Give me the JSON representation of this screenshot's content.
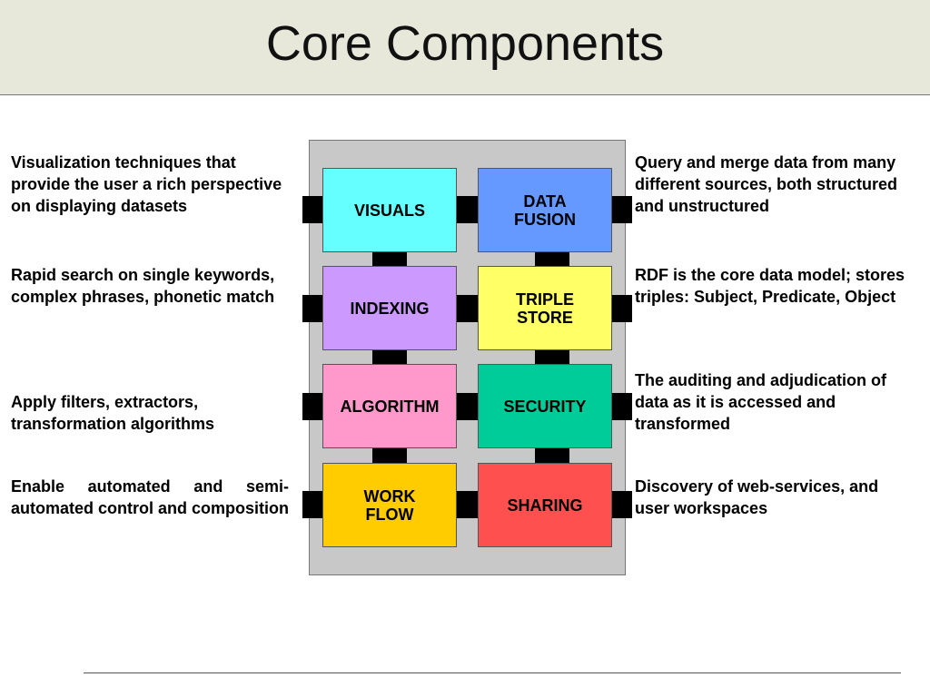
{
  "title": "Core Components",
  "components": [
    {
      "label": "VISUALS",
      "color": "#66ffff"
    },
    {
      "label": "DATA\nFUSION",
      "color": "#6699ff"
    },
    {
      "label": "INDEXING",
      "color": "#cc99ff"
    },
    {
      "label": "TRIPLE\nSTORE",
      "color": "#ffff66"
    },
    {
      "label": "ALGORITHM",
      "color": "#ff99cc"
    },
    {
      "label": "SECURITY",
      "color": "#00cc99"
    },
    {
      "label": "WORK\nFLOW",
      "color": "#ffcc00"
    },
    {
      "label": "SHARING",
      "color": "#ff5050"
    }
  ],
  "descriptions": {
    "left": [
      "Visualization techniques that provide the user a rich perspective on displaying datasets",
      "Rapid search on single keywords, complex phrases, phonetic match",
      "Apply filters, extractors, transformation algorithms",
      "Enable automated and semi-automated control and composition"
    ],
    "right": [
      "Query and merge data from many different sources, both structured and unstructured",
      "RDF is the core data model; stores triples: Subject, Predicate, Object",
      "The auditing and adjudication of data as it is accessed and transformed",
      "Discovery of web-services, and user workspaces"
    ]
  }
}
